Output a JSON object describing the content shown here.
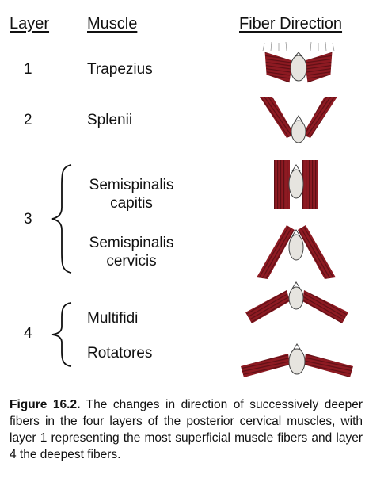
{
  "headers": {
    "layer": "Layer",
    "muscle": "Muscle",
    "fiber_direction": "Fiber Direction"
  },
  "layers": {
    "l1": "1",
    "l2": "2",
    "l3": "3",
    "l4": "4"
  },
  "muscles": {
    "trapezius": "Trapezius",
    "splenii": "Splenii",
    "semispinalis_capitis_1": "Semispinalis",
    "semispinalis_capitis_2": "capitis",
    "semispinalis_cervicis_1": "Semispinalis",
    "semispinalis_cervicis_2": "cervicis",
    "multifidi": "Multifidi",
    "rotatores": "Rotatores"
  },
  "caption": {
    "label": "Figure 16.2.",
    "text": " The changes in direction of successively deeper fibers in the four layers of the posterior cervical muscles, with layer 1 representing the most superficial muscle fibers and layer 4 the deepest fibers."
  },
  "colors": {
    "muscle_fiber": "#8e1a22",
    "bone": "#e6e4df",
    "text": "#111111"
  }
}
